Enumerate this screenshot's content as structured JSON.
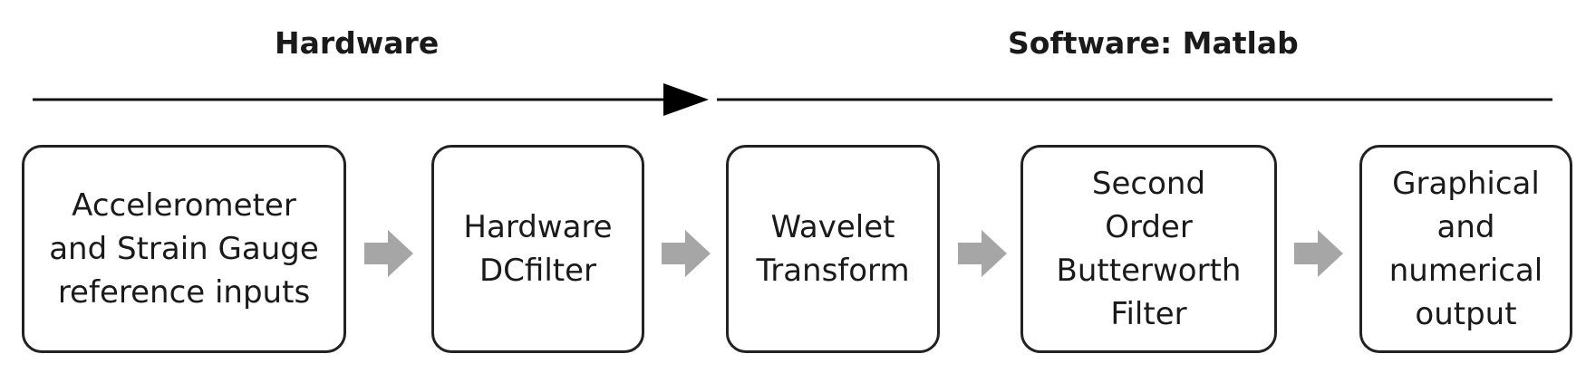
{
  "header": {
    "hardware_label": "Hardware",
    "software_label": "Software: Matlab"
  },
  "steps": [
    {
      "label": "Accelerometer\nand Strain Gauge\nreference inputs"
    },
    {
      "label": "Hardware\nDCfilter"
    },
    {
      "label": "Wavelet\nTransform"
    },
    {
      "label": "Second\nOrder\nButterworth\nFilter"
    },
    {
      "label": "Graphical\nand\nnumerical\noutput"
    }
  ],
  "colors": {
    "box_border": "#222222",
    "flow_arrow": "#a6a6a6",
    "timeline": "#111111"
  }
}
